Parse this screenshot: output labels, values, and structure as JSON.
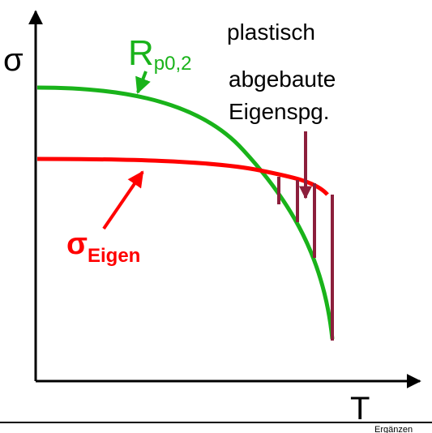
{
  "labels": {
    "y_axis": "σ",
    "x_axis": "T",
    "rp_main": "R",
    "rp_sub": "p0,2",
    "sigma_main": "σ",
    "sigma_sub": "Eigen",
    "annotation_line1": "plastisch",
    "annotation_line2": "abgebaute",
    "annotation_line3": "Eigenspg.",
    "footer": "Ergänzen"
  },
  "colors": {
    "axis": "#000000",
    "yield_curve": "#19b31a",
    "residual_stress_curve": "#ff0000",
    "relief_arrows": "#8c1f3c",
    "text": "#000000"
  },
  "icons": {
    "axis_arrowheads": "triangle-arrow-icon",
    "label_pointers": "pointer-arrow-icon"
  }
}
